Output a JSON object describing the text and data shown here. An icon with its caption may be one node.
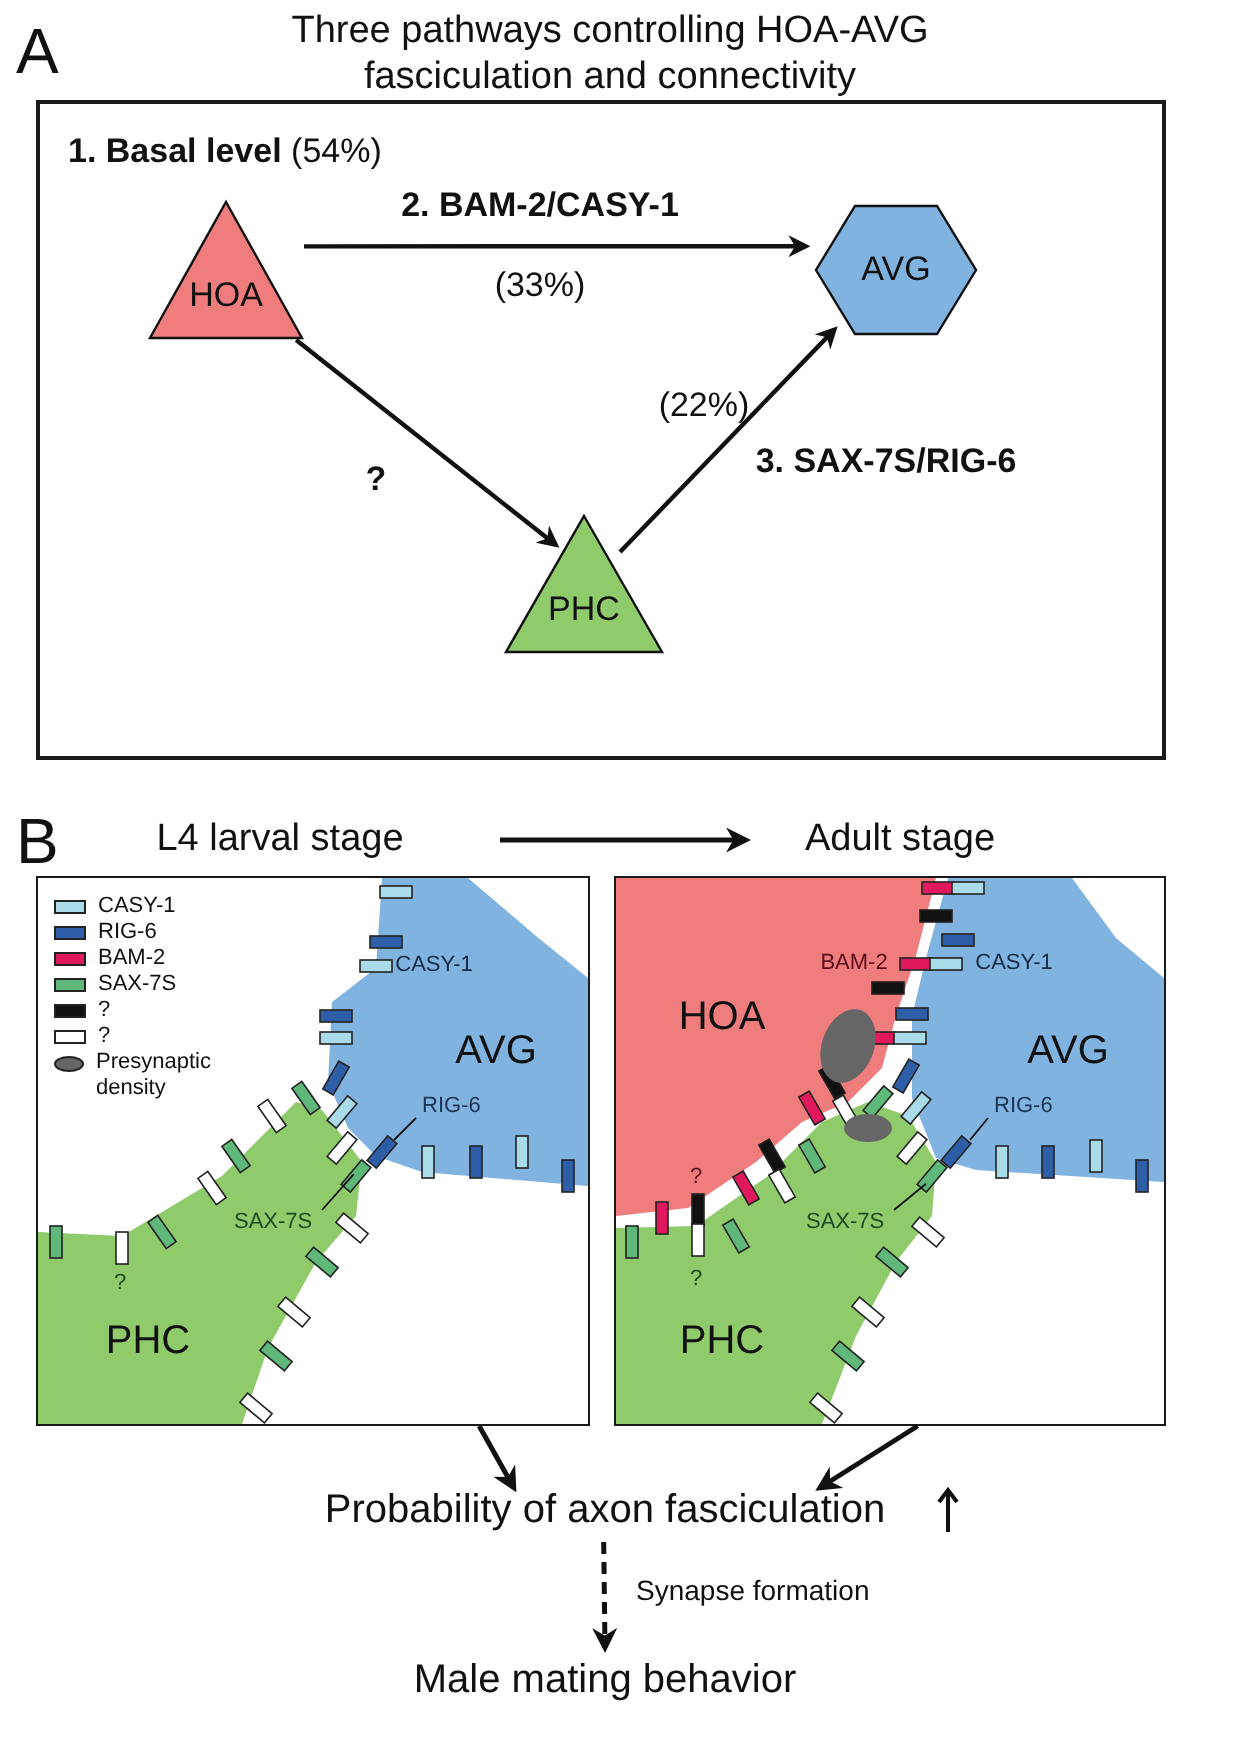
{
  "diagram": {
    "title": "Three pathways controlling HOA-AVG fasciculation and connectivity",
    "nodes": [
      {
        "text": [
          "**1. Basal level** (54%)"
        ]
      },
      {
        "text": [
          "HOA"
        ],
        "in": 0
      },
      {
        "text": [
          "AVG"
        ],
        "in": 0
      },
      {
        "text": [
          "PHC"
        ],
        "in": 0
      },
      {
        "text": [
          "L4 larval stage"
        ]
      },
      {
        "text": [
          "Adult stage"
        ]
      },
      {
        "text": [],
        "shape": "box"
      },
      {
        "text": [
          "AVG"
        ],
        "in": 6
      },
      {
        "text": [
          "RIG-6"
        ],
        "in": 7
      },
      {
        "text": [
          "PHC"
        ],
        "in": 6
      },
      {
        "text": [
          "SAX-7S"
        ],
        "in": 9
      },
      {
        "text": [],
        "shape": "box"
      },
      {
        "text": [
          "HOA"
        ],
        "in": 11
      },
      {
        "text": [
          "AVG"
        ],
        "in": 11
      },
      {
        "text": [
          "RIG-6"
        ],
        "in": 13
      },
      {
        "text": [
          "PHC"
        ],
        "in": 11
      },
      {
        "text": [
          "SAX-7S"
        ],
        "in": 15
      },
      {
        "text": [
          "Probability of axon fasciculation"
        ]
      },
      {
        "text": [
          "Male mating behavior"
        ]
      }
    ],
    "edges": [
      {
        "from": 1,
        "to": 2,
        "arrow": "to",
        "label": "2. BAM-2/CASY-1"
      },
      {
        "from": 1,
        "to": 3,
        "arrow": "to",
        "label": "?"
      },
      {
        "from": 3,
        "to": 2,
        "arrow": "to",
        "label": "3. SAX-7S/RIG-6"
      },
      {
        "from": 4,
        "to": 5,
        "arrow": "to"
      },
      {
        "from": 8,
        "to": null,
        "arrow": "none"
      },
      {
        "from": 10,
        "to": 9,
        "arrow": "none"
      },
      {
        "from": 14,
        "to": null,
        "arrow": "none"
      },
      {
        "from": 16,
        "to": 15,
        "arrow": "none"
      },
      {
        "from": 6,
        "to": 17,
        "arrow": "to"
      },
      {
        "from": 11,
        "to": 17,
        "arrow": "to"
      },
      {
        "from": 17,
        "to": 18,
        "arrow": "to",
        "style": "dashed",
        "label": "Synapse formation"
      }
    ],
    "labels": [
      "A",
      "(33%)",
      "(22%)",
      "B",
      "CASY-1",
      "?",
      "BAM-2",
      "CASY-1",
      "?",
      "?"
    ],
    "legend": [
      {
        "text": "CASY-1",
        "color": "#a9dbe8"
      },
      {
        "text": "RIG-6",
        "color": "#2f5ea8"
      },
      {
        "text": "BAM-2",
        "color": "#e0195f"
      },
      {
        "text": "SAX-7S",
        "color": "#5fb87a"
      },
      {
        "text": "?",
        "color": "#111111"
      },
      {
        "text": "?",
        "color": "#ffffff"
      },
      {
        "text": "Presynaptic density",
        "color": "#666666"
      }
    ]
  }
}
